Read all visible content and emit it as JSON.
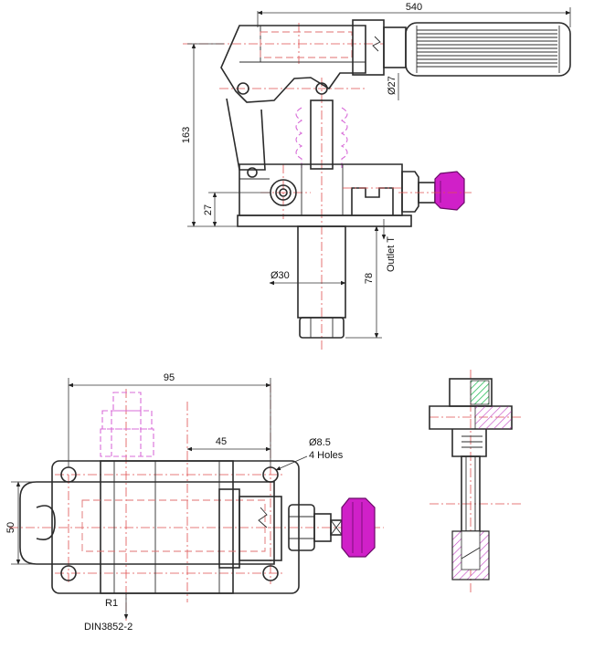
{
  "colors": {
    "outline": "#2b2b2b",
    "centerline": "#e05050",
    "hidden": "#d86cd8",
    "knob": "#d020c8",
    "section_hatch": "#c040c0",
    "seal_green": "#30c060"
  },
  "top_view": {
    "dim_length": "540",
    "dim_grip_diameter": "Ø27",
    "dim_height": "163",
    "dim_base": "27",
    "dim_shaft_diameter": "Ø30",
    "dim_shaft_length": "78",
    "outlet_label": "Outlet T"
  },
  "plan_view": {
    "dim_hole_spacing": "95",
    "dim_half_spacing": "45",
    "dim_hole_diameter": "Ø8.5",
    "holes_label": "4 Holes",
    "dim_width": "50",
    "port_label": "R1",
    "standard_label": "DIN3852-2"
  }
}
